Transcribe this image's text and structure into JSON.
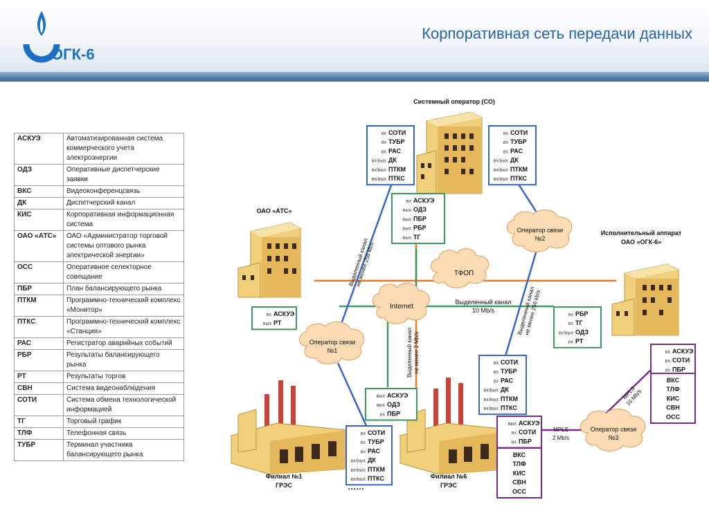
{
  "header": {
    "title": "Корпоративная сеть передачи данных",
    "logo_text": "ОГК-6"
  },
  "glossary": [
    {
      "term": "АСКУЭ",
      "definition": "Автоматизированная система коммерческого учета электроэнергии"
    },
    {
      "term": "ОДЗ",
      "definition": "Оперативные диспетчерские заявки"
    },
    {
      "term": "ВКС",
      "definition": "Видеоконференцсвязь"
    },
    {
      "term": "ДК",
      "definition": "Диспетчерский канал"
    },
    {
      "term": "КИС",
      "definition": "Корпоративная информационная система"
    },
    {
      "term": "ОАО «АТС»",
      "definition": "ОАО «Администратор торговой системы оптового рынка электрической энергии»"
    },
    {
      "term": "ОСС",
      "definition": "Оперативное селекторное совещание"
    },
    {
      "term": "ПБР",
      "definition": "План балансирующего рынка"
    },
    {
      "term": "ПТКМ",
      "definition": "Программно-технический комплекс «Монитор»"
    },
    {
      "term": "ПТКС",
      "definition": "Программно-технический комплекс «Станция»"
    },
    {
      "term": "РАС",
      "definition": "Регистратор аварийных событий"
    },
    {
      "term": "РБР",
      "definition": "Результаты балансирующего рынка"
    },
    {
      "term": "РТ",
      "definition": "Результаты торгов"
    },
    {
      "term": "СВН",
      "definition": "Система видеонаблюдения"
    },
    {
      "term": "СОТИ",
      "definition": "Система обмена технологической информацией"
    },
    {
      "term": "ТГ",
      "definition": "Торговый график"
    },
    {
      "term": "ТЛФ",
      "definition": "Телефонная связь"
    },
    {
      "term": "ТУБР",
      "definition": "Терминал участника балансирующего рынка"
    }
  ],
  "nodes": {
    "so": "Системный оператор (СО)",
    "ats": "ОАО «АТС»",
    "exec_line1": "Исполнительный аппарат",
    "exec_line2": "ОАО «ОГК-6»",
    "filial1_line1": "Филиал №1",
    "filial1_line2": "ГРЭС",
    "filial6_line1": "Филиал №6",
    "filial6_line2": "ГРЭС",
    "ellipsis": "……"
  },
  "clouds": {
    "tfop": "ТФОП",
    "internet": "Internet",
    "op1_line1": "Оператор связи",
    "op1_line2": "№1",
    "op2_line1": "Оператор связи",
    "op2_line2": "№2",
    "op3_line1": "Оператор связи",
    "op3_line2": "№3"
  },
  "link_labels": {
    "dedicated_10_line1": "Выделенный канал",
    "dedicated_10_line2": "10 Mb/s",
    "left_256_line1": "Выделенный канал",
    "left_256_line2": "не менее 256 kb/s",
    "right_256_line1": "Выделенный канал",
    "right_256_line2": "не менее 256 kb/s",
    "mid_2mb_line1": "Выделенный канал",
    "mid_2mb_line2": "не менее 2 Mb/s",
    "mpls_diag_line1": "MPLS",
    "mpls_diag_line2": "10 Mb/s",
    "mpls_horiz_line1": "MPLS",
    "mpls_horiz_line2": "2 Mb/s"
  },
  "boxes": {
    "so_left": [
      [
        "вх",
        "СОТИ"
      ],
      [
        "вх",
        "ТУБР"
      ],
      [
        "вх",
        "РАС"
      ],
      [
        "вх/вых",
        "ДК"
      ],
      [
        "вх/вых",
        "ПТКМ"
      ],
      [
        "вх/вых",
        "ПТКС"
      ]
    ],
    "so_right": [
      [
        "вх",
        "СОТИ"
      ],
      [
        "вх",
        "ТУБР"
      ],
      [
        "вх",
        "РАС"
      ],
      [
        "вх/вых",
        "ДК"
      ],
      [
        "вх/вых",
        "ПТКМ"
      ],
      [
        "вх/вых",
        "ПТКС"
      ]
    ],
    "so_green": [
      [
        "вх",
        "АСКУЭ"
      ],
      [
        "вых",
        "ОДЗ"
      ],
      [
        "вых",
        "ПБР"
      ],
      [
        "вых",
        "РБР"
      ],
      [
        "вых",
        "ТГ"
      ]
    ],
    "ats_green": [
      [
        "вх",
        "АСКУЭ"
      ],
      [
        "вых",
        "РТ"
      ]
    ],
    "exec_green": [
      [
        "вх",
        "РБР"
      ],
      [
        "вх",
        "ТГ"
      ],
      [
        "вх/вых",
        "ОДЗ"
      ],
      [
        "вх",
        "РТ"
      ]
    ],
    "mid_blue": [
      [
        "вх",
        "СОТИ"
      ],
      [
        "вх",
        "ТУБР"
      ],
      [
        "вх",
        "РАС"
      ],
      [
        "вх/вых",
        "ДК"
      ],
      [
        "вх/вых",
        "ПТКМ"
      ],
      [
        "вх/вых",
        "ПТКС"
      ]
    ],
    "f1_green": [
      [
        "вых",
        "АСКУЭ"
      ],
      [
        "вых",
        "ОДЗ"
      ],
      [
        "вх",
        "ПБР"
      ]
    ],
    "f1_blue": [
      [
        "вх",
        "СОТИ"
      ],
      [
        "вх",
        "ТУБР"
      ],
      [
        "вх",
        "РАС"
      ],
      [
        "вх/вых",
        "ДК"
      ],
      [
        "вх/вых",
        "ПТКМ"
      ],
      [
        "вх/вых",
        "ПТКС"
      ]
    ],
    "f6_purple_top": [
      [
        "вых",
        "АСКУЭ"
      ],
      [
        "вх",
        "СОТИ"
      ],
      [
        "вх",
        "ПБР"
      ]
    ],
    "f6_purple_bottom": [
      "ВКС",
      "ТЛФ",
      "КИС",
      "СВН",
      "ОСС"
    ],
    "exec_purple_top": [
      [
        "вх",
        "АСКУЭ"
      ],
      [
        "вх",
        "СОТИ"
      ],
      [
        "вх",
        "ПБР"
      ]
    ],
    "exec_purple_bottom": [
      "ВКС",
      "ТЛФ",
      "КИС",
      "СВН",
      "ОСС"
    ]
  },
  "colors": {
    "blue": "#3465c8",
    "green": "#3a9a5a",
    "purple": "#7a2a8a",
    "orange": "#e8782a",
    "title": "#2a63b0",
    "cloud_fill": "#fbdcb5",
    "cloud_stroke": "#e7a86a"
  }
}
